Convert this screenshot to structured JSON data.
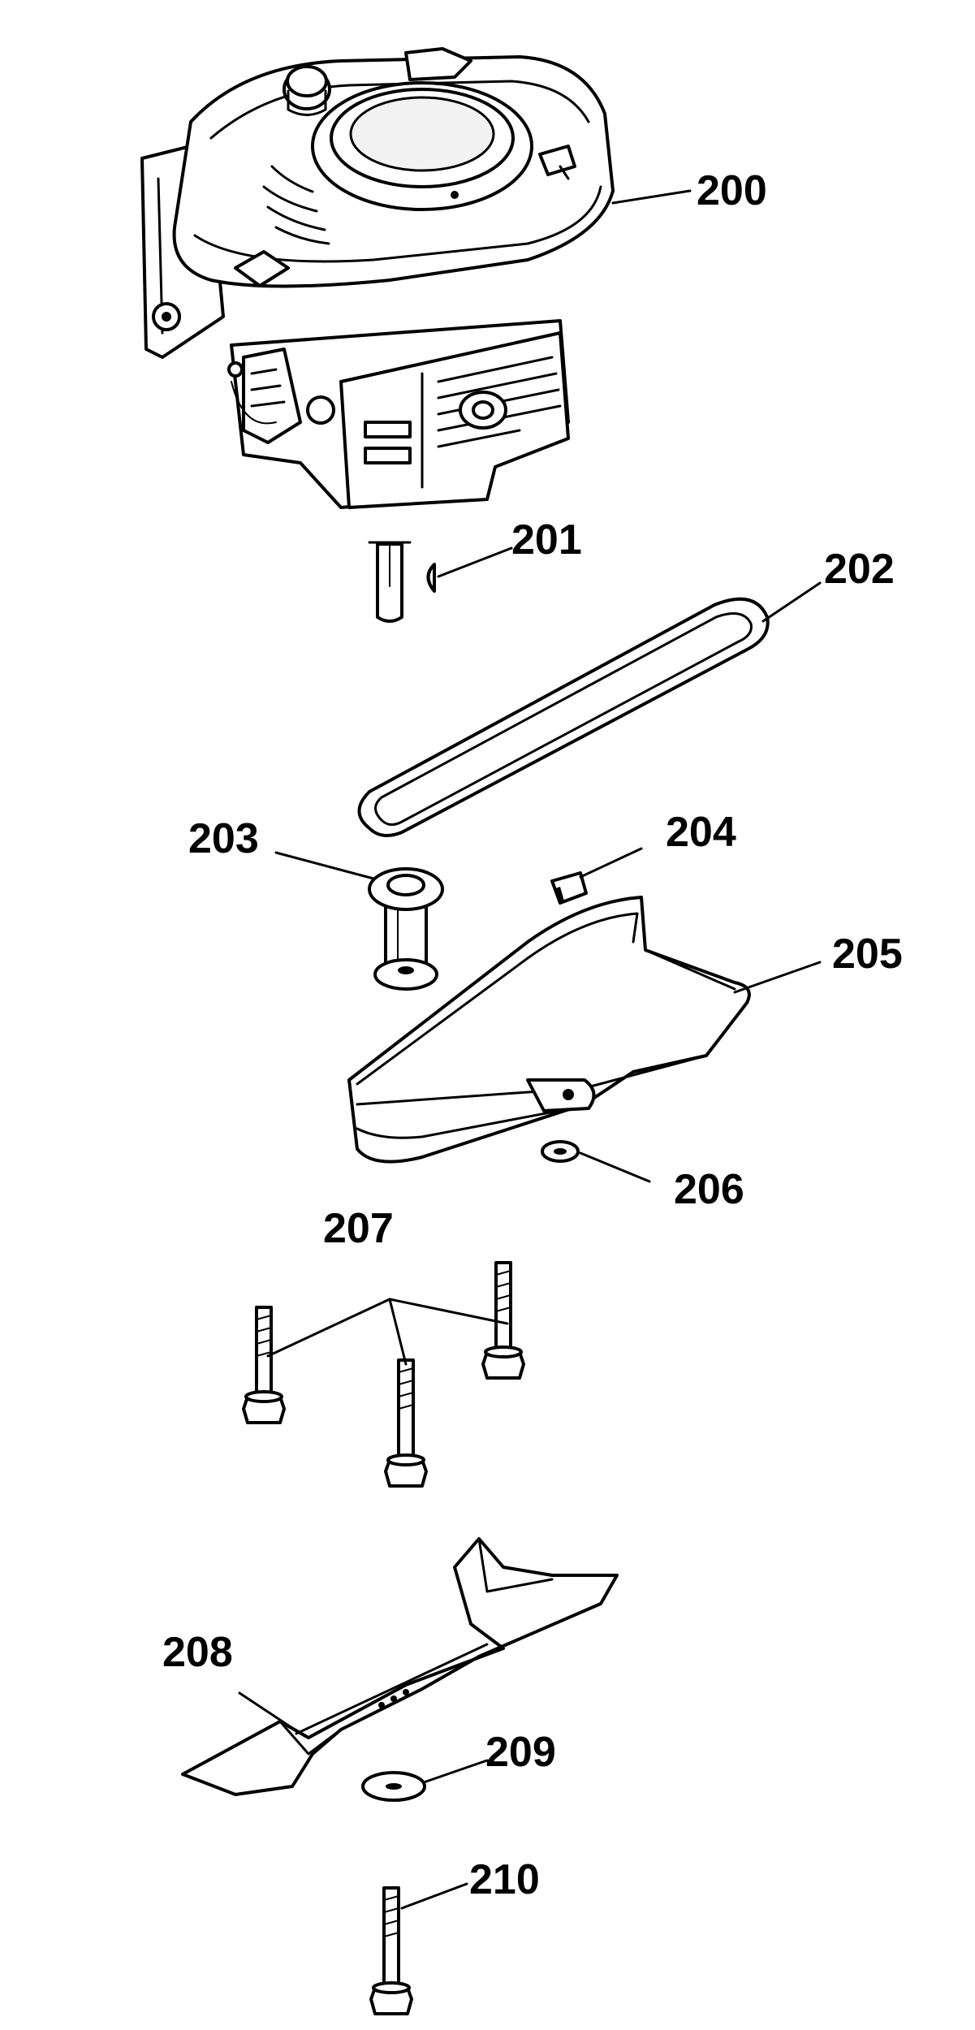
{
  "diagram": {
    "parts": [
      {
        "id": "p200",
        "number": "200",
        "icon": "engine-icon"
      },
      {
        "id": "p201",
        "number": "201",
        "icon": "shaft-key-icon"
      },
      {
        "id": "p202",
        "number": "202",
        "icon": "drive-belt-icon"
      },
      {
        "id": "p203",
        "number": "203",
        "icon": "pulley-icon"
      },
      {
        "id": "p204",
        "number": "204",
        "icon": "clip-icon"
      },
      {
        "id": "p205",
        "number": "205",
        "icon": "belt-guard-icon"
      },
      {
        "id": "p206",
        "number": "206",
        "icon": "washer-icon"
      },
      {
        "id": "p207",
        "number": "207",
        "icon": "bolt-set-icon"
      },
      {
        "id": "p208",
        "number": "208",
        "icon": "blade-icon"
      },
      {
        "id": "p209",
        "number": "209",
        "icon": "washer-icon"
      },
      {
        "id": "p210",
        "number": "210",
        "icon": "bolt-icon"
      }
    ],
    "colors": {
      "line": "#000000",
      "background": "#ffffff"
    }
  }
}
